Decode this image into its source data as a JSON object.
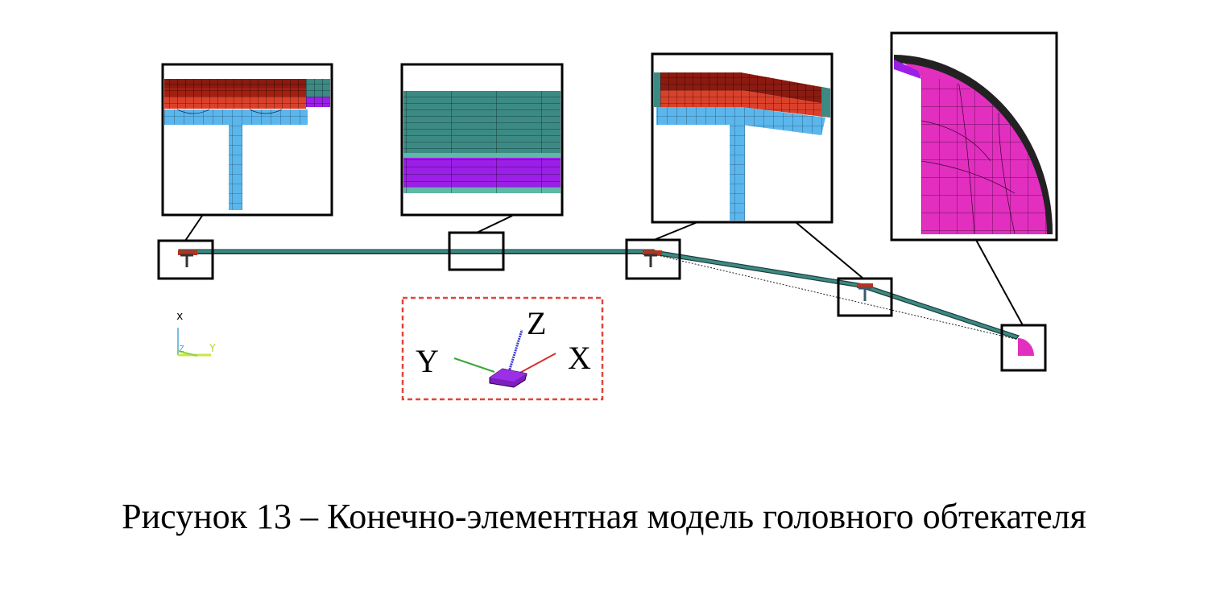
{
  "caption": "Рисунок 13 – Конечно-элементная модель головного обтекателя",
  "triad": {
    "x": "X",
    "y": "Y",
    "z": "Z"
  },
  "mini_triad": {
    "x": "x",
    "y": "Y",
    "z": "Z"
  },
  "colors": {
    "frame": "#000000",
    "dashed_frame": "#e0453a",
    "mesh_dark_red": "#8b1a10",
    "mesh_red": "#d9412b",
    "mesh_teal": "#3c8a84",
    "mesh_purple": "#9b1fe6",
    "mesh_blue": "#5bb6ec",
    "mesh_magenta": "#e22fbf",
    "axis_x": "#d62f2f",
    "axis_y": "#3aa63a",
    "axis_z": "#3a3ad6"
  }
}
